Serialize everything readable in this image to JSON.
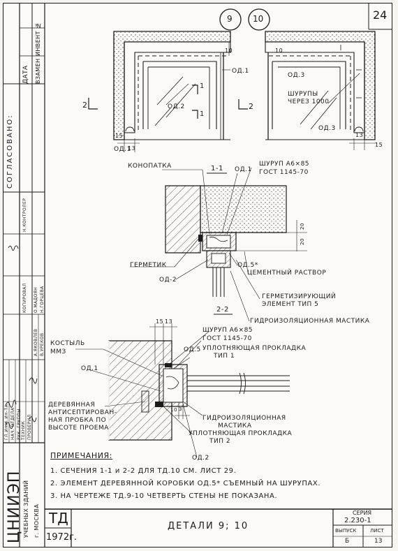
{
  "sheet_number": "24",
  "detail_markers": [
    "9",
    "10"
  ],
  "top_view_labels": {
    "od2_left": "ОД.2",
    "od1_center": "ОД.1",
    "od1_bottom": "ОД.1",
    "od3_right": "ОД.3",
    "od3_bottom": "ОД.3",
    "screws": "ШУРУПЫ\nЧЕРЕЗ 1000",
    "dim_10_left": "10",
    "dim_10_right": "10",
    "dim_15_left": "15",
    "dim_13_left": "13",
    "dim_13_right": "13",
    "dim_15_right": "15",
    "section_2_left": "2",
    "section_2_right": "2",
    "section_1_top": "1",
    "section_1_bottom": "1"
  },
  "section_1": {
    "title": "1-1",
    "konopatka": "КОНОПАТКА",
    "od1": "ОД.1",
    "screw": "ШУРУП А6×85",
    "gost": "ГОСТ 1145-70",
    "germetik": "ГЕРМЕТИК",
    "od2": "ОД-2",
    "od5": "ОД.5*",
    "mortar": "ЦЕМЕНТНЫЙ РАСТВОР",
    "seal_element_1": "ГЕРМЕТИЗИРУЮЩИЙ",
    "seal_element_2": "ЭЛЕМЕНТ ТИП 5",
    "mastic": "ГИДРОИЗОЛЯЦИОННАЯ МАСТИКА",
    "dim_20": "20",
    "dim_20b": "20"
  },
  "section_2": {
    "title": "2-2",
    "dim_15": "15",
    "dim_13": "13",
    "screw": "ШУРУП А6×85",
    "gost": "ГОСТ 1145-70",
    "kostyl_1": "КОСТЫЛЬ",
    "kostyl_2": "ММЗ",
    "od5": "ОД.5",
    "gasket1_1": "УПЛОТНЯЮЩАЯ ПРОКЛАДКА",
    "gasket1_2": "ТИП 1",
    "od1": "ОД.1",
    "wood_plug_1": "ДЕРЕВЯННАЯ",
    "wood_plug_2": "АНТИСЕПТИРОВАН-",
    "wood_plug_3": "НАЯ ПРОБКА ПО",
    "wood_plug_4": "ВЫСОТЕ ПРОЕМА",
    "mastic_1": "ГИДРОИЗОЛЯЦИОННАЯ",
    "mastic_2": "МАСТИКА",
    "gasket2_1": "УПЛОТНЯЮЩАЯ ПРОКЛАДКА",
    "gasket2_2": "ТИП 2",
    "od2": "ОД.2",
    "dim_10": "10",
    "dim_3": "3"
  },
  "notes": {
    "heading": "ПРИМЕЧАНИЯ:",
    "items": [
      "1. СЕЧЕНИЯ 1-1 и 2-2 ДЛЯ ТД.10 СМ. ЛИСТ 29.",
      "2. ЭЛЕМЕНТ ДЕРЕВЯННОЙ КОРОБКИ ОД.5* СЪЕМНЫЙ НА ШУРУПАХ.",
      "3. НА ЧЕРТЕЖЕ ТД.9-10 ЧЕТВЕРТЬ СТЕНЫ НЕ ПОКАЗАНА."
    ]
  },
  "left_strip": {
    "top_boxes": [
      "ДАТА",
      "ИНВЕНТ №",
      "ВЗАМЕН"
    ],
    "approved": "СОГЛАСОВАНО:",
    "roles": [
      "ГЛ.ИНЖ.ИН-ТА",
      "НАЧ. ОТДЕЛА",
      "РУК. ГРУППЫ",
      "ТЕХНИК",
      "ПРОВЕРИЛ"
    ],
    "names": [
      "А.ЯКОВЛЕВ",
      "В.УРЕКОВ",
      "О.МАДОЯН",
      "Н.ГОРЦЕВА"
    ],
    "copied": "КОПИРОВАЛ",
    "controller": "Н.КОНТРОЛЕР"
  },
  "title_block": {
    "org": "ЦНИИЭП",
    "org_sub_1": "УЧЕБНЫХ ЗДАНИЙ",
    "org_sub_2": "г. МОСКВА",
    "code": "ТД",
    "year": "1972г.",
    "title": "ДЕТАЛИ 9; 10",
    "series_label": "СЕРИЯ",
    "series": "2.230-1",
    "issue_label": "ВЫПУСК",
    "issue": "Б",
    "sheet_label": "ЛИСТ",
    "sheet": "13"
  },
  "colors": {
    "ink": "#1b1b1b",
    "paper": "#fbfaf6"
  }
}
